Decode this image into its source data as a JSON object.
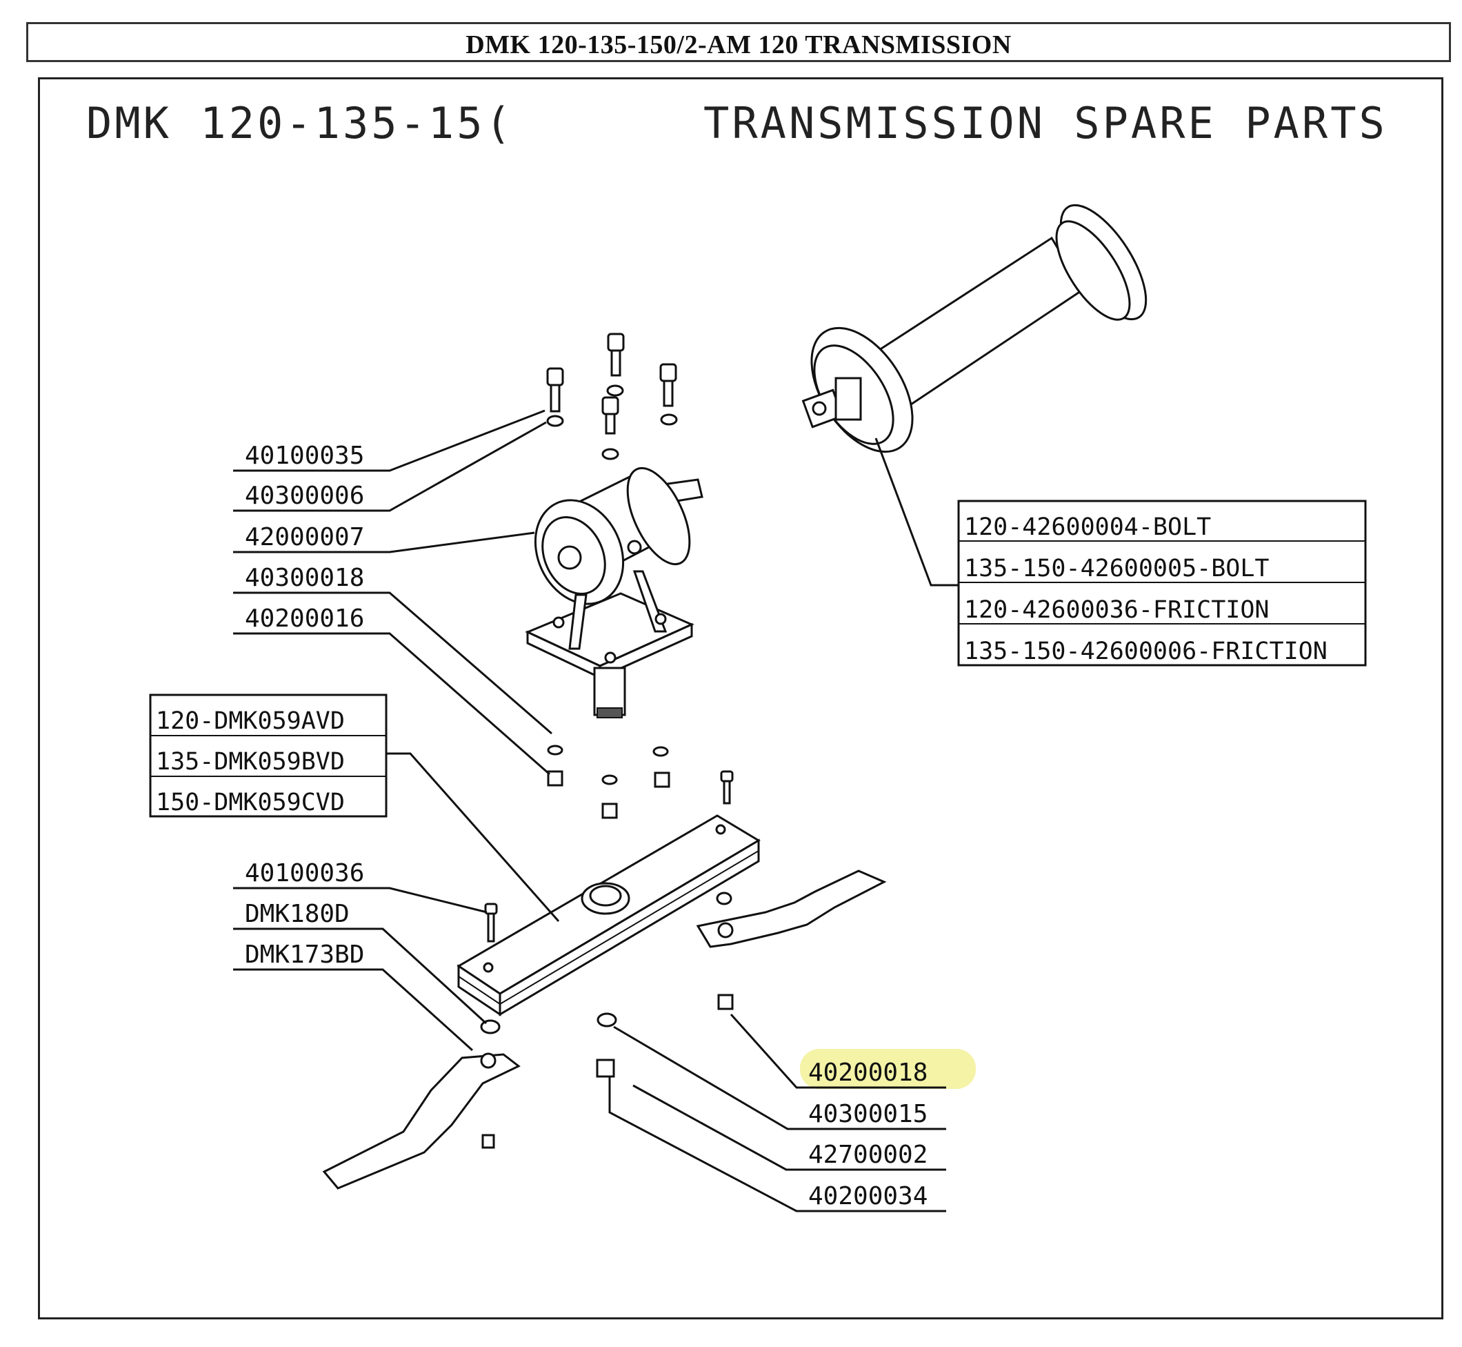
{
  "header": {
    "title": "DMK 120-135-150/2-AM 120 TRANSMISSION"
  },
  "drawing": {
    "title_left": "DMK 120-135-15(",
    "title_right": "TRANSMISSION SPARE PARTS"
  },
  "parts_left": [
    "40100035",
    "40300006",
    "42000007",
    "40300018",
    "40200016"
  ],
  "blade_holder_box": [
    "120-DMK059AVD",
    "135-DMK059BVD",
    "150-DMK059CVD"
  ],
  "parts_lower_left": [
    "40100036",
    "DMK180D",
    "DMK173BD"
  ],
  "shaft_box": [
    "120-42600004-BOLT",
    "135-150-42600005-BOLT",
    "120-42600036-FRICTION",
    "135-150-42600006-FRICTION"
  ],
  "parts_lower_right": [
    "40200018",
    "40300015",
    "42700002",
    "40200034"
  ],
  "highlight_color": "#f4f3a6"
}
